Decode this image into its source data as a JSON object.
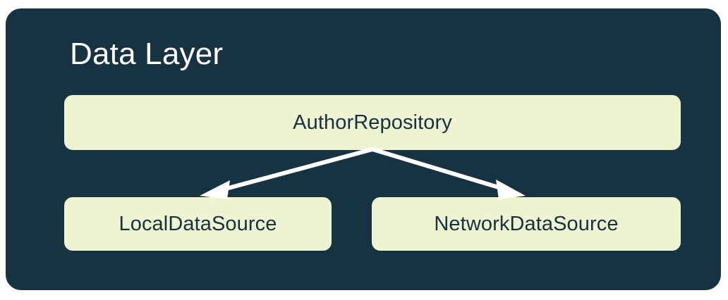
{
  "diagram": {
    "title": "Data Layer",
    "container_color": "#173241",
    "node_fill": "#EEF3D2",
    "node_text_color": "#17313F",
    "title_color": "#FFFFFF",
    "connector_color": "#FFFFFF",
    "page_background": "#FFFFFF",
    "nodes": [
      {
        "id": "repository",
        "label": "AuthorRepository"
      },
      {
        "id": "local",
        "label": "LocalDataSource"
      },
      {
        "id": "network",
        "label": "NetworkDataSource"
      }
    ],
    "connectors": [
      {
        "id": "repository-to-local",
        "from": "repository",
        "to": "local",
        "arrowhead": "filled-triangle"
      },
      {
        "id": "repository-to-network",
        "from": "repository",
        "to": "network",
        "arrowhead": "filled-triangle"
      }
    ]
  }
}
